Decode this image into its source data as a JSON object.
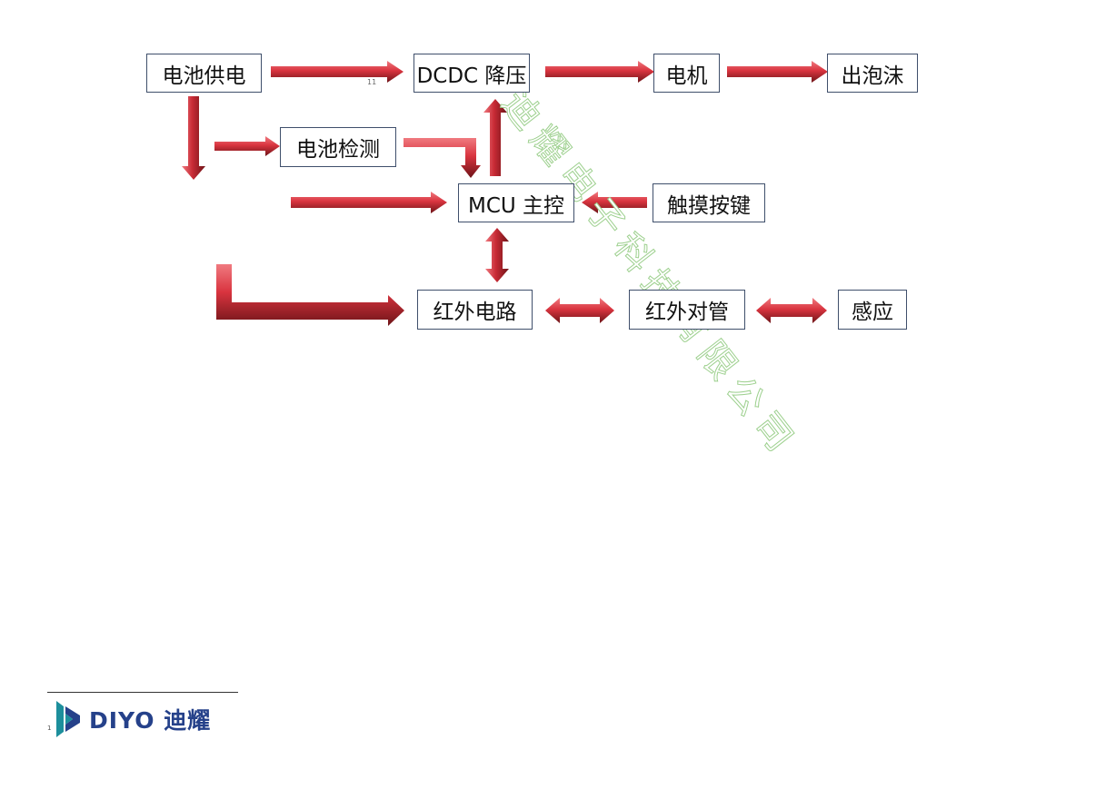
{
  "nodes": {
    "battery_supply": "电池供电",
    "dcdc": "DCDC 降压",
    "motor": "电机",
    "foam": "出泡沫",
    "battery_detect": "电池检测",
    "mcu": "MCU 主控",
    "touch_key": "触摸按键",
    "ir_circuit": "红外电路",
    "ir_tube": "红外对管",
    "sensing": "感应"
  },
  "watermark": "迪耀电子科技有限公司",
  "small_mark": "11",
  "footer": {
    "page_number": "1",
    "logo_text": "DIYO 迪耀"
  },
  "colors": {
    "arrow_light": "#f07a80",
    "arrow_mid": "#d9343f",
    "arrow_dark": "#6e1418",
    "box_border": "#3f4f6b",
    "watermark_outline": "#9dd08e",
    "logo_blue": "#25418a",
    "logo_teal": "#1d8f9c"
  }
}
